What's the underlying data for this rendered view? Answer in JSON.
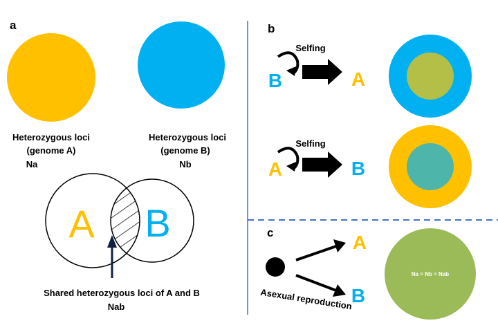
{
  "colors": {
    "orange": "#FFC000",
    "blue": "#00B0F0",
    "olive": "#B4BF48",
    "teal": "#4DB5A9",
    "green": "#9BBB59",
    "divider": "#4472C4",
    "arrow_dark": "#0F2044",
    "black": "#000000"
  },
  "panel_a": {
    "label": "a",
    "genome_a": {
      "title": "Heterozygous loci",
      "sub": "(genome A)",
      "var": "Na"
    },
    "genome_b": {
      "title": "Heterozygous loci",
      "sub": "(genome B)",
      "var": "Nb"
    },
    "venn": {
      "left_letter": "A",
      "right_letter": "B",
      "caption": "Shared heterozygous loci of A and B",
      "caption_var": "Nab"
    }
  },
  "panel_b": {
    "label": "b",
    "rows": [
      {
        "from": "B",
        "to": "A",
        "selfing_label": "Selfing"
      },
      {
        "from": "A",
        "to": "B",
        "selfing_label": "Selfing"
      }
    ]
  },
  "panel_c": {
    "label": "c",
    "out_top": "A",
    "out_bottom": "B",
    "caption": "Asexual reproduction",
    "equation": "Na = Nb = Nab"
  }
}
